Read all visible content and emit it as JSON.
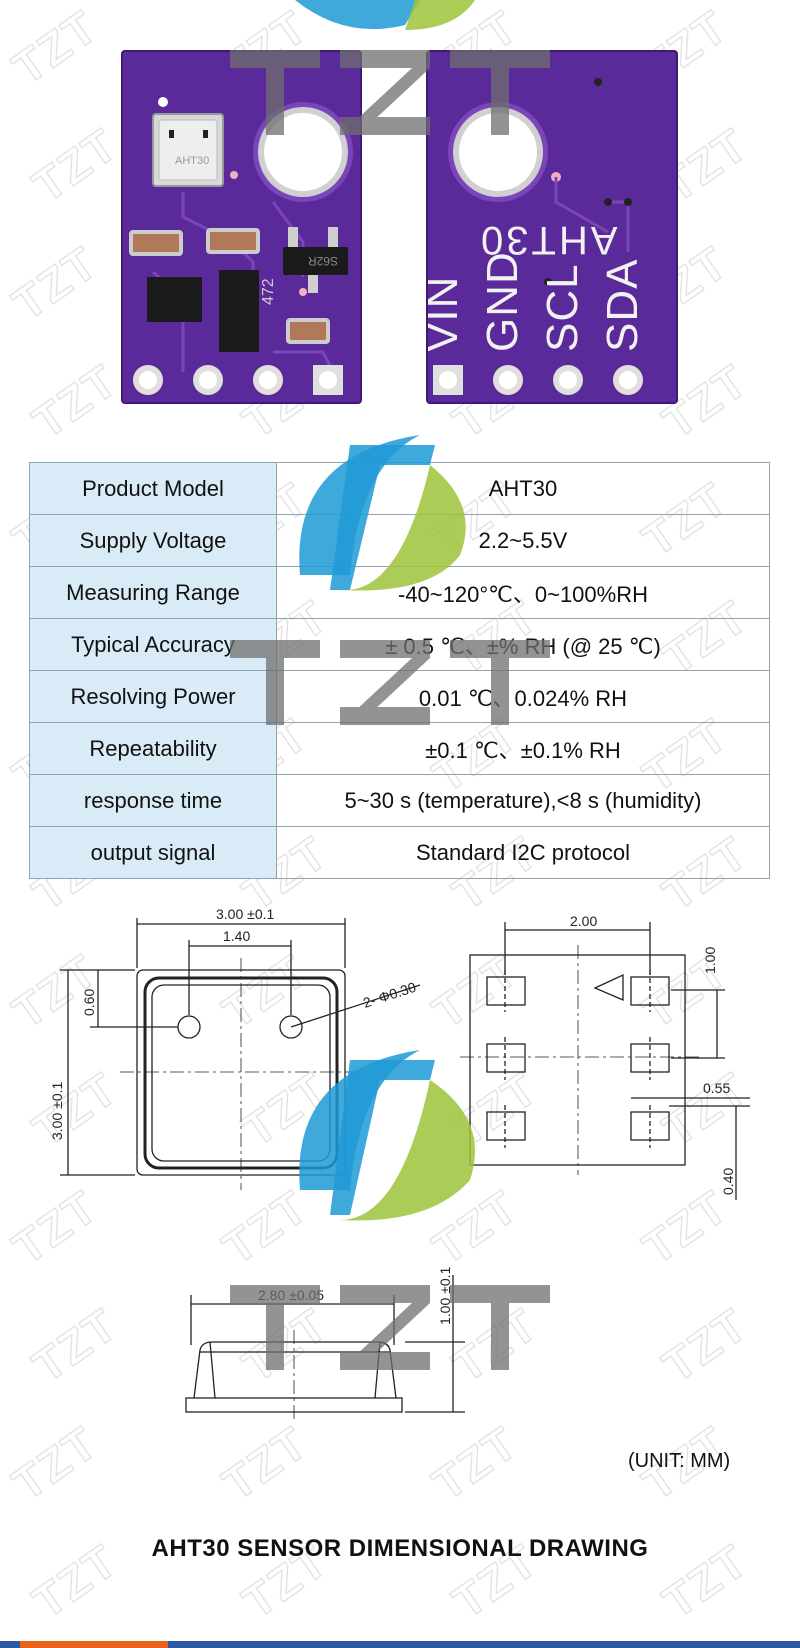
{
  "watermark": {
    "text": "TZT"
  },
  "boards": {
    "front": {
      "chip_marking": "472"
    },
    "back": {
      "model": "AHT30",
      "pins": [
        "VIN",
        "GND",
        "SCL",
        "SDA"
      ]
    }
  },
  "spec_table": {
    "rows": [
      {
        "label": "Product Model",
        "value": "AHT30"
      },
      {
        "label": "Supply Voltage",
        "value": "2.2~5.5V"
      },
      {
        "label": "Measuring Range",
        "value": "-40~120°℃、0~100%RH"
      },
      {
        "label": "Typical Accuracy",
        "value": "± 0.5 ℃、±% RH (@ 25 ℃)"
      },
      {
        "label": "Resolving Power",
        "value": "0.01 ℃、0.024% RH"
      },
      {
        "label": "Repeatability",
        "value": "±0.1 ℃、±0.1% RH"
      },
      {
        "label": "response time",
        "value": "5~30 s (temperature),<8 s (humidity)"
      },
      {
        "label": "output signal",
        "value": "Standard I2C protocol"
      }
    ]
  },
  "drawing": {
    "top_view": {
      "width": "3.00 ±0.1",
      "hole_spacing": "1.40",
      "height": "3.00 ±0.1",
      "hole_offset": "0.60",
      "hole_note": "2- Φ0.30"
    },
    "bottom_view": {
      "pad_span": "2.00",
      "pad_pitch": "1.00",
      "pad_size": "0.55",
      "pad_gap": "0.40"
    },
    "side_view": {
      "length": "2.80 ±0.05",
      "thickness": "1.00 ±0.1"
    },
    "unit": "(UNIT: MM)",
    "caption": "AHT30 SENSOR DIMENSIONAL DRAWING"
  },
  "colors": {
    "pcb": "#5b2a9a",
    "table_key_bg": "#d9ebf7",
    "logo_blue": "#1e9ad6",
    "logo_green": "#9cc43a",
    "logo_gray": "#6f6f6f",
    "bar": "#2c5aa0",
    "bar_accent": "#e8641e"
  }
}
